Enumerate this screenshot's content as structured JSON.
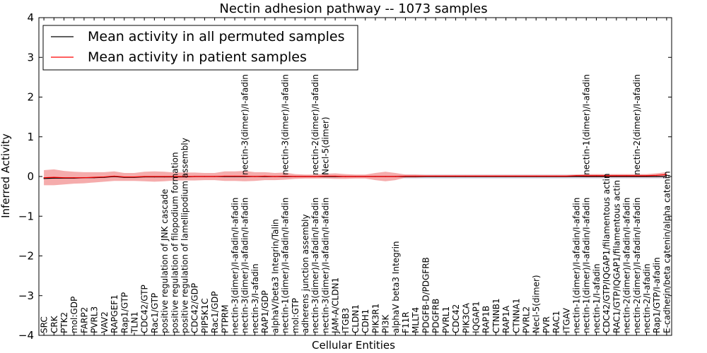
{
  "chart_data": {
    "type": "line",
    "title": "Nectin adhesion pathway -- 1073 samples",
    "xlabel": "Cellular Entities",
    "ylabel": "Inferred Activity",
    "ylim": [
      -4,
      4
    ],
    "yticks": [
      -4,
      -3,
      -2,
      -1,
      0,
      1,
      2,
      3,
      4
    ],
    "ytick_labels": [
      "−4",
      "−3",
      "−2",
      "−1",
      "0",
      "1",
      "2",
      "3",
      "4"
    ],
    "legend_position": "top-left",
    "colors": {
      "permuted": "#000000",
      "patient": "#ff0000",
      "patient_band": "#f08080",
      "permuted_band": "#c8c8d8"
    },
    "categories": [
      "SRC",
      "CRK",
      "PTK2",
      "mol:GDP",
      "FARP2",
      "PVRL3",
      "VAV2",
      "RAPGEF1",
      "Rap1/GTP",
      "TLN1",
      "CDC42/GTP",
      "Rac1/GTP",
      "positive regulation of JNK cascade",
      "positive regulation of filopodium formation",
      "positive regulation of lamellipodium assembly",
      "CDC42/GDP",
      "PIP5K1C",
      "Rac1/GDP",
      "PTPRM",
      "nectin-3(dimer)/I-afadin/I-afadin",
      "nectin-3(dimer)/I-afadin/I-afadin",
      "nectin-3/I-afadin",
      "RAP1/GDP",
      "alphaV/beta3 Integrin/Talin",
      "nectin-1(dimer)/I-afadin/I-afadin",
      "mol:GTP",
      "adherens junction assembly",
      "nectin-3(dimer)/I-afadin/I-afadin",
      "nectin-3(dimer)/I-afadin/I-afadin",
      "JAM-A/CLDN1",
      "ITGB3",
      "CLDN1",
      "CDH1",
      "PIK3R1",
      "PI3K",
      "alphaV beta3 Integrin",
      "F11R",
      "MLLT4",
      "PDGFB-D/PDGFRB",
      "PDGFRB",
      "PVRL1",
      "CDC42",
      "PIK3CA",
      "IQGAP1",
      "RAP1B",
      "CTNNB1",
      "RAP1A",
      "CTNNA1",
      "PVRL2",
      "Necl-5(dimer)",
      "PVR",
      "RAC1",
      "ITGAV",
      "nectin-1(dimer)/I-afadin/I-afadin",
      "nectin-1(dimer)/I-afadin/I-afadin",
      "nectin-1/I-afadin",
      "CDC42/GTP/IQGAP1/filamentous actin",
      "RAC1/GTP/IQGAP1/filamentous actin",
      "nectin-2(dimer)/I-afadin/I-afadin",
      "nectin-2(dimer)/I-afadin/I-afadin",
      "nectin-2/I-afadin",
      "Rap1/GTP/I-afadin",
      "E-cadherin/beta catenin/alpha catenin"
    ],
    "upper_labels": [
      {
        "index": 20,
        "text": "nectin-3(dimer)/I-afadin"
      },
      {
        "index": 24,
        "text": "nectin-3(dimer)/I-afadin"
      },
      {
        "index": 27,
        "text": "nectin-2(dimer)/I-afadin"
      },
      {
        "index": 28,
        "text": "Necl-5(dimer)"
      },
      {
        "index": 54,
        "text": "nectin-1(dimer)/I-afadin"
      },
      {
        "index": 59,
        "text": "nectin-2(dimer)/I-afadin"
      }
    ],
    "series": [
      {
        "name": "Mean activity in all permuted samples",
        "values": [
          -0.05,
          -0.04,
          -0.04,
          -0.04,
          -0.03,
          -0.03,
          -0.02,
          0,
          -0.02,
          -0.02,
          -0.01,
          -0.01,
          -0.01,
          -0.01,
          -0.01,
          0,
          0,
          0,
          0,
          0,
          0,
          0,
          0,
          0,
          0,
          0,
          0,
          0,
          0,
          0,
          0,
          0,
          0,
          0,
          0,
          0,
          0,
          0,
          0,
          0,
          0,
          0,
          0,
          0,
          0,
          0,
          0,
          0,
          0,
          0,
          0,
          0,
          0,
          0,
          0,
          0,
          0,
          0,
          0,
          0,
          0,
          0,
          0
        ],
        "band": [
          0.02,
          0.02,
          0.02,
          0.02,
          0.02,
          0.02,
          0.02,
          0.02,
          0.02,
          0.02,
          0.02,
          0.02,
          0.02,
          0.02,
          0.02,
          0.02,
          0.02,
          0.02,
          0.02,
          0.02,
          0.02,
          0.02,
          0.02,
          0.02,
          0.02,
          0.02,
          0.02,
          0.02,
          0.02,
          0.02,
          0.02,
          0.02,
          0.02,
          0.02,
          0.02,
          0.02,
          0.05,
          0.05,
          0.05,
          0.05,
          0.05,
          0.05,
          0.05,
          0.05,
          0.05,
          0.05,
          0.05,
          0.05,
          0.05,
          0.05,
          0.05,
          0.05,
          0.05,
          0.05,
          0.05,
          0.05,
          0.05,
          0.05,
          0.05,
          0.05,
          0.05,
          0.05,
          0.05
        ]
      },
      {
        "name": "Mean activity in patient samples",
        "values": [
          -0.03,
          -0.02,
          -0.03,
          -0.03,
          -0.03,
          -0.02,
          -0.01,
          0.01,
          -0.01,
          -0.01,
          0,
          0,
          0,
          0,
          0,
          0,
          0,
          0,
          0.01,
          0.01,
          0.01,
          0,
          0.01,
          0,
          0.01,
          0,
          0,
          0,
          0.01,
          0.01,
          0,
          0,
          0,
          0,
          0,
          0,
          0.01,
          0.01,
          0.01,
          0.01,
          0.01,
          0.01,
          0.01,
          0.01,
          0.01,
          0.01,
          0.01,
          0.01,
          0.01,
          0.01,
          0.01,
          0.01,
          0.01,
          0.02,
          0.02,
          0.02,
          0.02,
          0.02,
          0.02,
          0.02,
          0.02,
          0.03,
          0.05
        ],
        "band": [
          0.19,
          0.2,
          0.17,
          0.15,
          0.14,
          0.13,
          0.12,
          0.12,
          0.1,
          0.1,
          0.12,
          0.13,
          0.12,
          0.1,
          0.1,
          0.1,
          0.09,
          0.09,
          0.12,
          0.12,
          0.13,
          0.11,
          0.1,
          0.09,
          0.09,
          0.06,
          0.05,
          0.05,
          0.06,
          0.07,
          0.06,
          0.05,
          0.05,
          0.09,
          0.12,
          0.09,
          0.04,
          0.04,
          0.03,
          0.03,
          0.03,
          0.03,
          0.03,
          0.03,
          0.03,
          0.03,
          0.03,
          0.03,
          0.03,
          0.03,
          0.03,
          0.03,
          0.03,
          0.03,
          0.04,
          0.04,
          0.04,
          0.04,
          0.04,
          0.04,
          0.04,
          0.05,
          0.06
        ]
      }
    ]
  }
}
